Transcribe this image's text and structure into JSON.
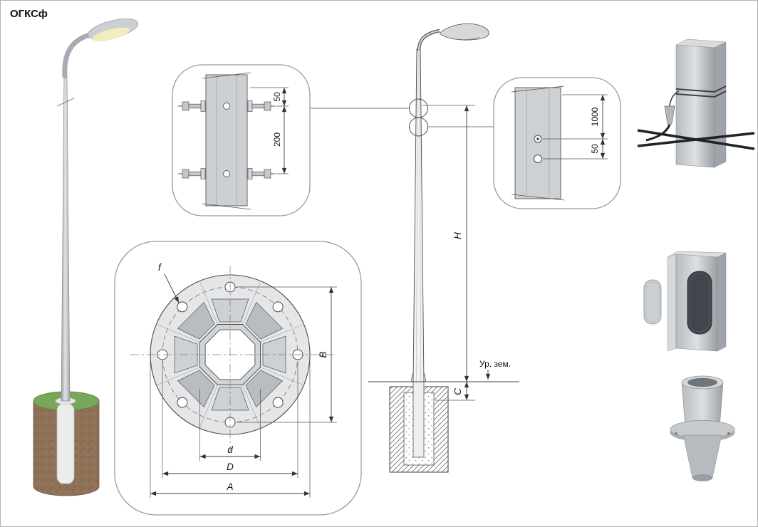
{
  "title": "ОГКСф",
  "callout_top": {
    "dim_50": "50",
    "dim_200": "200"
  },
  "flange": {
    "f": "f",
    "B": "B",
    "d": "d",
    "D": "D",
    "A": "A"
  },
  "elevation": {
    "H": "H",
    "C": "C",
    "ground": "Ур. зем."
  },
  "callout_right": {
    "dim_1000": "1000",
    "dim_50": "50"
  }
}
